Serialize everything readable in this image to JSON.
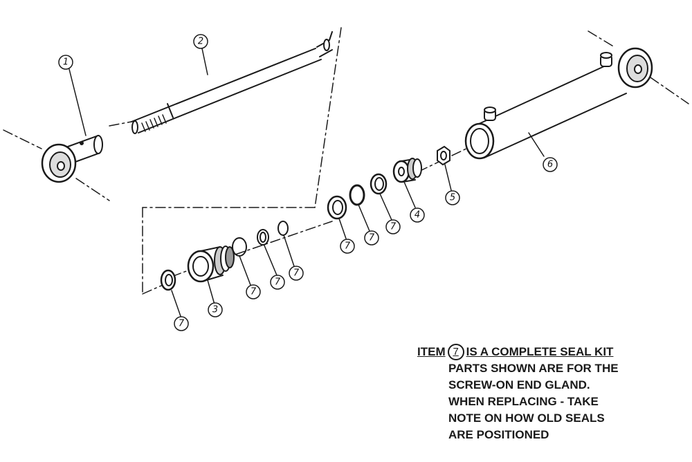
{
  "callouts": {
    "c1": "1",
    "c2": "2",
    "c3": "3",
    "c4": "4",
    "c5": "5",
    "c6": "6",
    "c7": "7"
  },
  "note": {
    "item_prefix": "ITEM",
    "item_number": "7",
    "item_suffix": "IS A COMPLETE SEAL KIT",
    "lines": [
      "PARTS SHOWN ARE FOR THE",
      "SCREW-ON END GLAND.",
      "WHEN REPLACING - TAKE",
      "NOTE ON HOW OLD SEALS",
      "ARE POSITIONED"
    ]
  },
  "colors": {
    "ink": "#1a1a1a",
    "background": "#ffffff"
  }
}
